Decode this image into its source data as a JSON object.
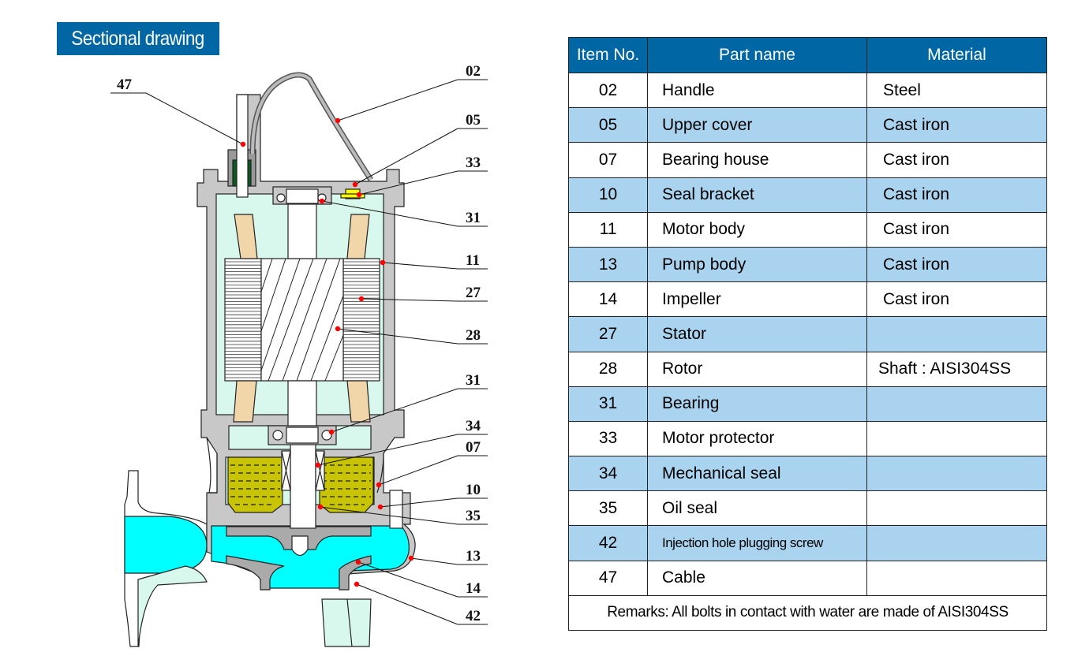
{
  "title": "Sectional drawing",
  "colors": {
    "header_bg": "#0067a4",
    "row_alt_bg": "#a9d3ee",
    "water": "#00ffff",
    "oil": "#c8c400",
    "winding": "#f0d6a8",
    "casing_gray": "#c8c8c8",
    "interior_mint": "#d8f8ee",
    "marker_red": "#ff0000",
    "protector_yellow": "#ffff00",
    "cable_green": "#0a5a20"
  },
  "drawing": {
    "callouts": [
      "47",
      "02",
      "05",
      "33",
      "31",
      "11",
      "27",
      "28",
      "31",
      "34",
      "07",
      "10",
      "35",
      "13",
      "14",
      "42"
    ]
  },
  "table": {
    "headers": [
      "Item No.",
      "Part name",
      "Material"
    ],
    "rows": [
      {
        "no": "02",
        "name": "Handle",
        "material": "Steel"
      },
      {
        "no": "05",
        "name": "Upper cover",
        "material": "Cast iron"
      },
      {
        "no": "07",
        "name": "Bearing house",
        "material": "Cast iron"
      },
      {
        "no": "10",
        "name": "Seal bracket",
        "material": "Cast iron"
      },
      {
        "no": "11",
        "name": "Motor body",
        "material": "Cast iron"
      },
      {
        "no": "13",
        "name": "Pump body",
        "material": "Cast iron"
      },
      {
        "no": "14",
        "name": "Impeller",
        "material": "Cast iron"
      },
      {
        "no": "27",
        "name": "Stator",
        "material": ""
      },
      {
        "no": "28",
        "name": "Rotor",
        "material": "Shaft : AISI304SS"
      },
      {
        "no": "31",
        "name": "Bearing",
        "material": ""
      },
      {
        "no": "33",
        "name": "Motor protector",
        "material": ""
      },
      {
        "no": "34",
        "name": "Mechanical seal",
        "material": ""
      },
      {
        "no": "35",
        "name": "Oil seal",
        "material": ""
      },
      {
        "no": "42",
        "name": "Injection hole plugging screw",
        "material": ""
      },
      {
        "no": "47",
        "name": "Cable",
        "material": ""
      }
    ],
    "remarks": "Remarks: All bolts in contact with water are made of AISI304SS"
  }
}
